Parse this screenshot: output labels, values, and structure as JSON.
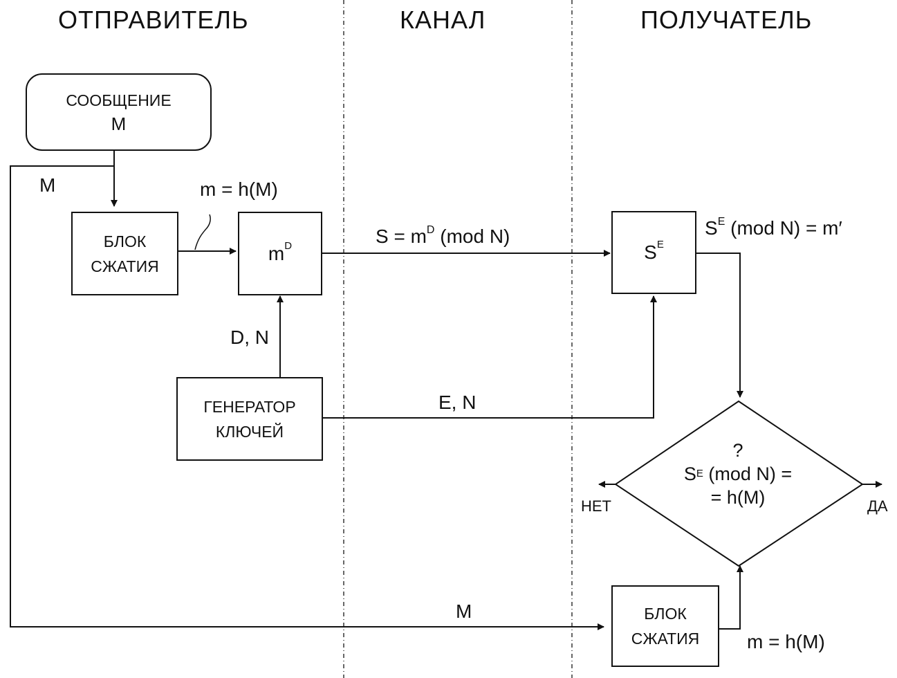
{
  "columns": {
    "sender": "ОТПРАВИТЕЛЬ",
    "channel": "КАНАЛ",
    "receiver": "ПОЛУЧАТЕЛЬ"
  },
  "blocks": {
    "message": {
      "line1": "СООБЩЕНИЕ",
      "line2": "M"
    },
    "compress_sender": {
      "line1": "БЛОК",
      "line2": "СЖАТИЯ"
    },
    "sign": {
      "base": "m",
      "exp": "D"
    },
    "keygen": {
      "line1": "ГЕНЕРАТОР",
      "line2": "КЛЮЧЕЙ"
    },
    "verify": {
      "base": "S",
      "exp": "E"
    },
    "compress_receiver": {
      "line1": "БЛОК",
      "line2": "СЖАТИЯ"
    }
  },
  "decision": {
    "line1": "?",
    "line2_base": "S",
    "line2_exp": "E",
    "line2_rest": " (mod N) =",
    "line3": "= h(M)",
    "no_label": "НЕТ",
    "yes_label": "ДА"
  },
  "labels": {
    "m_left": "M",
    "hash_sender": "m = h(M)",
    "signature_base": "S = m",
    "signature_exp": "D",
    "signature_rest": " (mod N)",
    "private_key": "D, N",
    "public_key": "E, N",
    "verify_result_base": "S",
    "verify_result_exp": "E",
    "verify_result_rest": " (mod N) = m′",
    "m_bottom": "M",
    "hash_receiver": "m = h(M)"
  }
}
